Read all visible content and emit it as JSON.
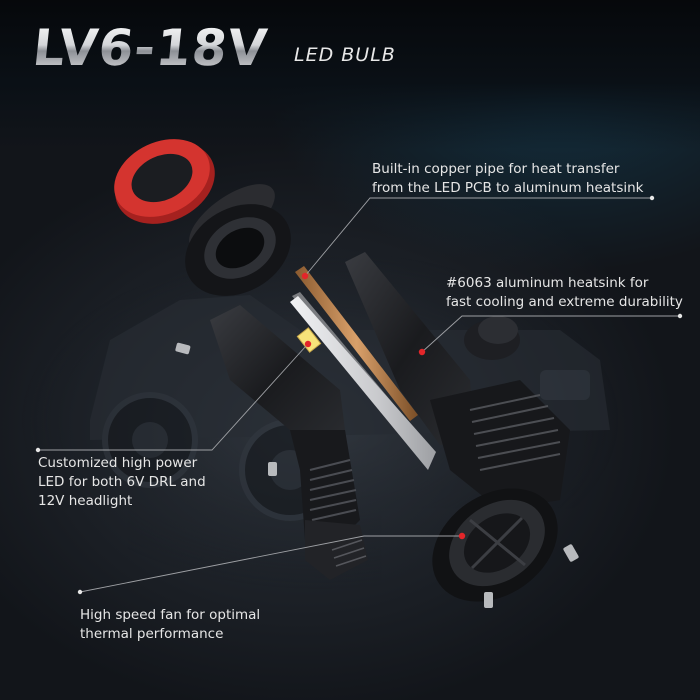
{
  "header": {
    "title": "LV6-18V",
    "subtitle": "LED BULB"
  },
  "callouts": {
    "copper_pipe": [
      "Built-in copper pipe for heat transfer",
      "from the LED PCB to aluminum heatsink"
    ],
    "heatsink": [
      "#6063 aluminum heatsink for",
      "fast cooling and extreme durability"
    ],
    "led": [
      "Customized high power",
      "LED for both 6V DRL and",
      "12V headlight"
    ],
    "fan": [
      "High speed fan for optimal",
      "thermal performance"
    ]
  },
  "colors": {
    "accent_red": "#e3262a",
    "seal_red": "#c9302f",
    "copper": "#c98b55",
    "metal_dark": "#1b1c1f",
    "pcb_silver": "#d9dadd",
    "text": "#e6e6e6"
  }
}
